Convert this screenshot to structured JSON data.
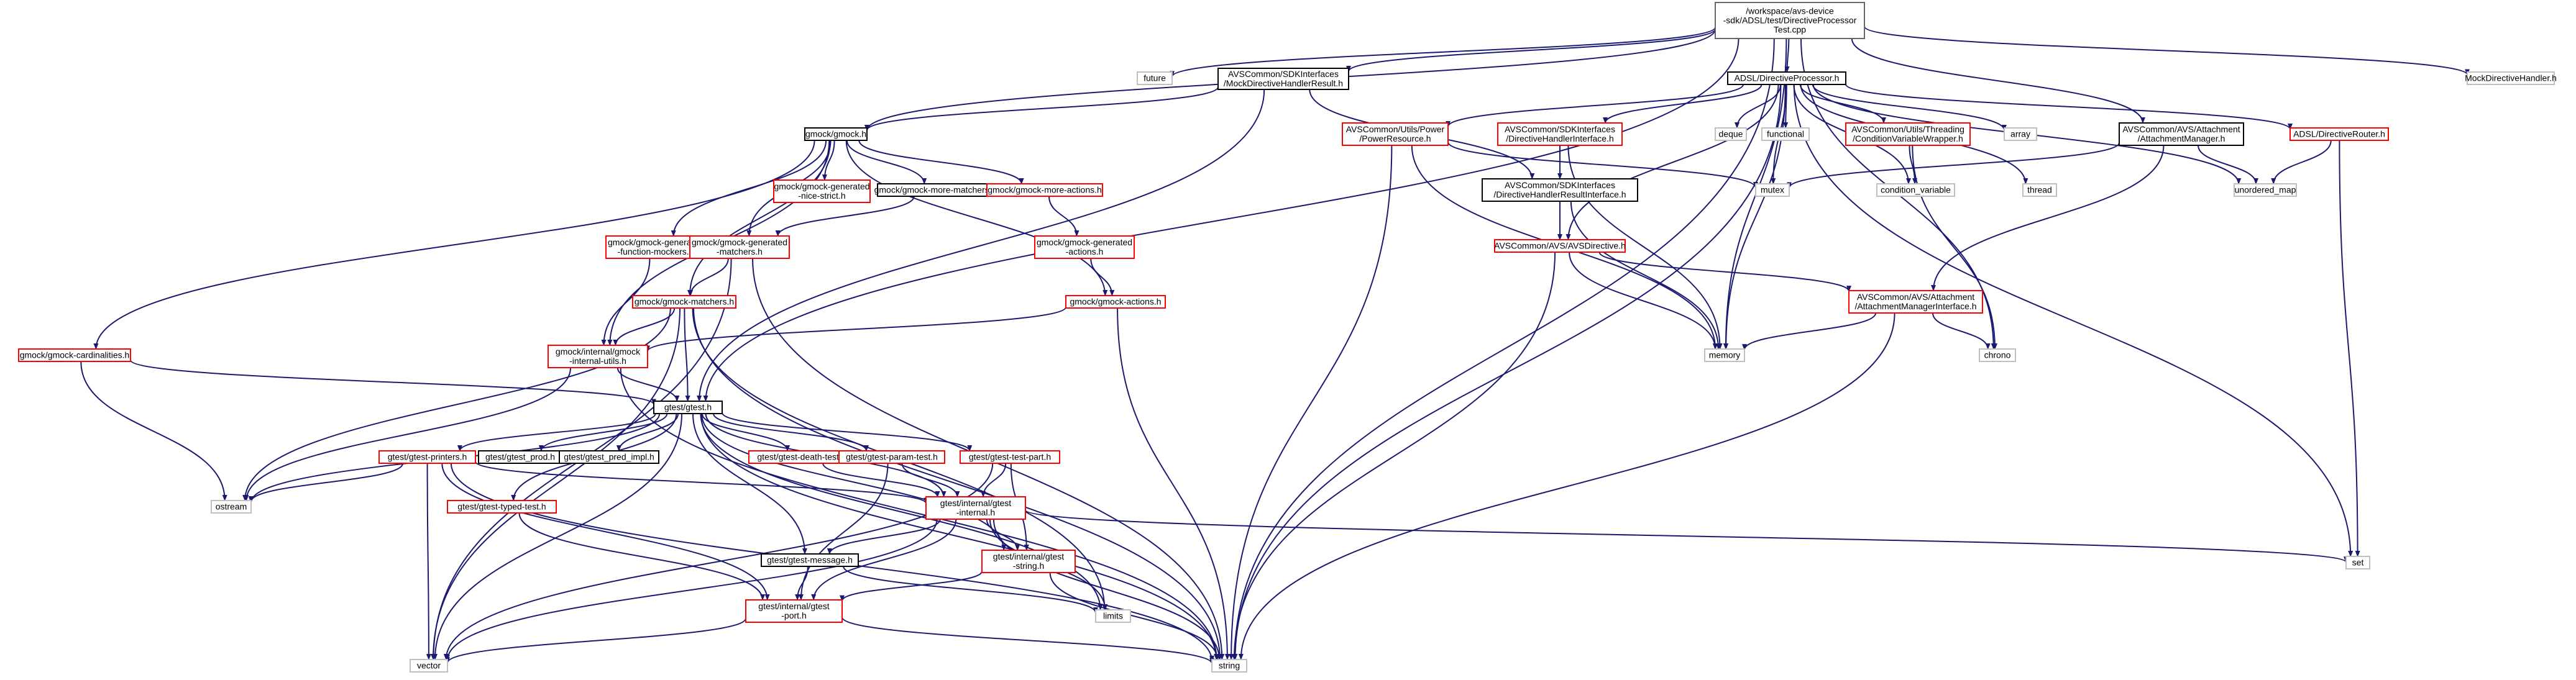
{
  "graph": {
    "title": "/workspace/avs-device-sdk/ADSL/test/DirectiveProcessorTest.cpp",
    "colors": {
      "edge": "#191970",
      "root_border": "#666666",
      "root_fill": "#bfbfbf",
      "documented_border": "#000000",
      "red_border": "#ff0000",
      "external_border": "#bfbfbf"
    },
    "nodes": [
      {
        "id": "root",
        "lines": [
          "/workspace/avs-device",
          "-sdk/ADSL/test/DirectiveProcessor",
          "Test.cpp"
        ],
        "style": "root"
      },
      {
        "id": "future",
        "lines": [
          "future"
        ],
        "style": "external"
      },
      {
        "id": "mockres",
        "lines": [
          "AVSCommon/SDKInterfaces",
          "/MockDirectiveHandlerResult.h"
        ],
        "style": "documented"
      },
      {
        "id": "dp",
        "lines": [
          "ADSL/DirectiveProcessor.h"
        ],
        "style": "documented"
      },
      {
        "id": "mockhandler",
        "lines": [
          "MockDirectiveHandler.h"
        ],
        "style": "external"
      },
      {
        "id": "gmock",
        "lines": [
          "gmock/gmock.h"
        ],
        "style": "documented"
      },
      {
        "id": "powerres",
        "lines": [
          "AVSCommon/Utils/Power",
          "/PowerResource.h"
        ],
        "style": "red"
      },
      {
        "id": "dhi",
        "lines": [
          "AVSCommon/SDKInterfaces",
          "/DirectiveHandlerInterface.h"
        ],
        "style": "red"
      },
      {
        "id": "deque",
        "lines": [
          "deque"
        ],
        "style": "external"
      },
      {
        "id": "functional",
        "lines": [
          "functional"
        ],
        "style": "external"
      },
      {
        "id": "cvw",
        "lines": [
          "AVSCommon/Utils/Threading",
          "/ConditionVariableWrapper.h"
        ],
        "style": "red"
      },
      {
        "id": "array",
        "lines": [
          "array"
        ],
        "style": "external"
      },
      {
        "id": "attmgr",
        "lines": [
          "AVSCommon/AVS/Attachment",
          "/AttachmentManager.h"
        ],
        "style": "documented"
      },
      {
        "id": "router",
        "lines": [
          "ADSL/DirectiveRouter.h"
        ],
        "style": "red"
      },
      {
        "id": "nicestrict",
        "lines": [
          "gmock/gmock-generated",
          "-nice-strict.h"
        ],
        "style": "red"
      },
      {
        "id": "morematchers",
        "lines": [
          "gmock/gmock-more-matchers.h"
        ],
        "style": "documented"
      },
      {
        "id": "moreactions",
        "lines": [
          "gmock/gmock-more-actions.h"
        ],
        "style": "red"
      },
      {
        "id": "mutex",
        "lines": [
          "mutex"
        ],
        "style": "external"
      },
      {
        "id": "dhri",
        "lines": [
          "AVSCommon/SDKInterfaces",
          "/DirectiveHandlerResultInterface.h"
        ],
        "style": "documented"
      },
      {
        "id": "condvar",
        "lines": [
          "condition_variable"
        ],
        "style": "external"
      },
      {
        "id": "thread",
        "lines": [
          "thread"
        ],
        "style": "external"
      },
      {
        "id": "umap",
        "lines": [
          "unordered_map"
        ],
        "style": "external"
      },
      {
        "id": "funcmockers",
        "lines": [
          "gmock/gmock-generated",
          "-function-mockers.h"
        ],
        "style": "red"
      },
      {
        "id": "genmatchers",
        "lines": [
          "gmock/gmock-generated",
          "-matchers.h"
        ],
        "style": "red"
      },
      {
        "id": "genactions",
        "lines": [
          "gmock/gmock-generated",
          "-actions.h"
        ],
        "style": "red"
      },
      {
        "id": "avsdir",
        "lines": [
          "AVSCommon/AVS/AVSDirective.h"
        ],
        "style": "red"
      },
      {
        "id": "matchers",
        "lines": [
          "gmock/gmock-matchers.h"
        ],
        "style": "red"
      },
      {
        "id": "actions",
        "lines": [
          "gmock/gmock-actions.h"
        ],
        "style": "red"
      },
      {
        "id": "ami",
        "lines": [
          "AVSCommon/AVS/Attachment",
          "/AttachmentManagerInterface.h"
        ],
        "style": "red"
      },
      {
        "id": "cardinalities",
        "lines": [
          "gmock/gmock-cardinalities.h"
        ],
        "style": "red"
      },
      {
        "id": "gmockutils",
        "lines": [
          "gmock/internal/gmock",
          "-internal-utils.h"
        ],
        "style": "red"
      },
      {
        "id": "memory",
        "lines": [
          "memory"
        ],
        "style": "external"
      },
      {
        "id": "chrono",
        "lines": [
          "chrono"
        ],
        "style": "external"
      },
      {
        "id": "gtest",
        "lines": [
          "gtest/gtest.h"
        ],
        "style": "documented"
      },
      {
        "id": "printers",
        "lines": [
          "gtest/gtest-printers.h"
        ],
        "style": "red"
      },
      {
        "id": "prod",
        "lines": [
          "gtest/gtest_prod.h"
        ],
        "style": "documented"
      },
      {
        "id": "predimpl",
        "lines": [
          "gtest/gtest_pred_impl.h"
        ],
        "style": "documented"
      },
      {
        "id": "deathtest",
        "lines": [
          "gtest/gtest-death-test.h"
        ],
        "style": "red"
      },
      {
        "id": "paramtest",
        "lines": [
          "gtest/gtest-param-test.h"
        ],
        "style": "red"
      },
      {
        "id": "testpart",
        "lines": [
          "gtest/gtest-test-part.h"
        ],
        "style": "red"
      },
      {
        "id": "ostream",
        "lines": [
          "ostream"
        ],
        "style": "external"
      },
      {
        "id": "typedtest",
        "lines": [
          "gtest/gtest-typed-test.h"
        ],
        "style": "red"
      },
      {
        "id": "ginternal",
        "lines": [
          "gtest/internal/gtest",
          "-internal.h"
        ],
        "style": "red"
      },
      {
        "id": "set",
        "lines": [
          "set"
        ],
        "style": "external"
      },
      {
        "id": "message",
        "lines": [
          "gtest/gtest-message.h"
        ],
        "style": "documented"
      },
      {
        "id": "gstring",
        "lines": [
          "gtest/internal/gtest",
          "-string.h"
        ],
        "style": "red"
      },
      {
        "id": "limits",
        "lines": [
          "limits"
        ],
        "style": "external"
      },
      {
        "id": "port",
        "lines": [
          "gtest/internal/gtest",
          "-port.h"
        ],
        "style": "red"
      },
      {
        "id": "vector",
        "lines": [
          "vector"
        ],
        "style": "external"
      },
      {
        "id": "string",
        "lines": [
          "string"
        ],
        "style": "external"
      }
    ],
    "edges": [
      [
        "root",
        "future"
      ],
      [
        "root",
        "mockres"
      ],
      [
        "root",
        "dp"
      ],
      [
        "root",
        "mockhandler"
      ],
      [
        "root",
        "gmock"
      ],
      [
        "root",
        "gtest"
      ],
      [
        "root",
        "memory"
      ],
      [
        "root",
        "attmgr"
      ],
      [
        "root",
        "chrono"
      ],
      [
        "root",
        "string"
      ],
      [
        "mockres",
        "gmock"
      ],
      [
        "mockres",
        "gtest"
      ],
      [
        "mockres",
        "dhri"
      ],
      [
        "dp",
        "powerres"
      ],
      [
        "dp",
        "dhi"
      ],
      [
        "dp",
        "deque"
      ],
      [
        "dp",
        "functional"
      ],
      [
        "dp",
        "cvw"
      ],
      [
        "dp",
        "array"
      ],
      [
        "dp",
        "router"
      ],
      [
        "dp",
        "mutex"
      ],
      [
        "dp",
        "condvar"
      ],
      [
        "dp",
        "thread"
      ],
      [
        "dp",
        "umap"
      ],
      [
        "dp",
        "memory"
      ],
      [
        "dp",
        "set"
      ],
      [
        "dp",
        "string"
      ],
      [
        "dp",
        "avsdir"
      ],
      [
        "gmock",
        "nicestrict"
      ],
      [
        "gmock",
        "morematchers"
      ],
      [
        "gmock",
        "moreactions"
      ],
      [
        "gmock",
        "funcmockers"
      ],
      [
        "gmock",
        "genmatchers"
      ],
      [
        "gmock",
        "matchers"
      ],
      [
        "gmock",
        "actions"
      ],
      [
        "gmock",
        "cardinalities"
      ],
      [
        "gmock",
        "gmockutils"
      ],
      [
        "powerres",
        "mutex"
      ],
      [
        "powerres",
        "memory"
      ],
      [
        "powerres",
        "string"
      ],
      [
        "dhi",
        "dhri"
      ],
      [
        "dhi",
        "avsdir"
      ],
      [
        "dhi",
        "memory"
      ],
      [
        "dhri",
        "avsdir"
      ],
      [
        "dhri",
        "memory"
      ],
      [
        "cvw",
        "condvar"
      ],
      [
        "cvw",
        "chrono"
      ],
      [
        "attmgr",
        "mutex"
      ],
      [
        "attmgr",
        "umap"
      ],
      [
        "attmgr",
        "ami"
      ],
      [
        "router",
        "umap"
      ],
      [
        "router",
        "set"
      ],
      [
        "morematchers",
        "genmatchers"
      ],
      [
        "moreactions",
        "genactions"
      ],
      [
        "funcmockers",
        "gmockutils"
      ],
      [
        "genmatchers",
        "matchers"
      ],
      [
        "genmatchers",
        "vector"
      ],
      [
        "genmatchers",
        "string"
      ],
      [
        "genactions",
        "actions"
      ],
      [
        "avsdir",
        "ami"
      ],
      [
        "avsdir",
        "memory"
      ],
      [
        "avsdir",
        "string"
      ],
      [
        "matchers",
        "gmockutils"
      ],
      [
        "matchers",
        "gtest"
      ],
      [
        "matchers",
        "ostream"
      ],
      [
        "matchers",
        "vector"
      ],
      [
        "matchers",
        "limits"
      ],
      [
        "matchers",
        "string"
      ],
      [
        "actions",
        "gmockutils"
      ],
      [
        "actions",
        "string"
      ],
      [
        "ami",
        "memory"
      ],
      [
        "ami",
        "chrono"
      ],
      [
        "ami",
        "string"
      ],
      [
        "cardinalities",
        "gtest"
      ],
      [
        "cardinalities",
        "ostream"
      ],
      [
        "gmockutils",
        "gtest"
      ],
      [
        "gmockutils",
        "ostream"
      ],
      [
        "gmockutils",
        "string"
      ],
      [
        "gtest",
        "printers"
      ],
      [
        "gtest",
        "prod"
      ],
      [
        "gtest",
        "predimpl"
      ],
      [
        "gtest",
        "deathtest"
      ],
      [
        "gtest",
        "paramtest"
      ],
      [
        "gtest",
        "testpart"
      ],
      [
        "gtest",
        "typedtest"
      ],
      [
        "gtest",
        "message"
      ],
      [
        "gtest",
        "ginternal"
      ],
      [
        "gtest",
        "gstring"
      ],
      [
        "gtest",
        "limits"
      ],
      [
        "gtest",
        "ostream"
      ],
      [
        "gtest",
        "vector"
      ],
      [
        "gtest",
        "string"
      ],
      [
        "printers",
        "ostream"
      ],
      [
        "printers",
        "ginternal"
      ],
      [
        "printers",
        "port"
      ],
      [
        "printers",
        "vector"
      ],
      [
        "printers",
        "string"
      ],
      [
        "deathtest",
        "ginternal"
      ],
      [
        "paramtest",
        "ginternal"
      ],
      [
        "paramtest",
        "port"
      ],
      [
        "testpart",
        "ginternal"
      ],
      [
        "testpart",
        "gstring"
      ],
      [
        "testpart",
        "vector"
      ],
      [
        "typedtest",
        "port"
      ],
      [
        "ginternal",
        "message"
      ],
      [
        "ginternal",
        "gstring"
      ],
      [
        "ginternal",
        "port"
      ],
      [
        "ginternal",
        "set"
      ],
      [
        "ginternal",
        "limits"
      ],
      [
        "ginternal",
        "vector"
      ],
      [
        "ginternal",
        "string"
      ],
      [
        "message",
        "port"
      ],
      [
        "message",
        "limits"
      ],
      [
        "gstring",
        "port"
      ],
      [
        "gstring",
        "string"
      ],
      [
        "port",
        "vector"
      ],
      [
        "port",
        "string"
      ]
    ]
  }
}
